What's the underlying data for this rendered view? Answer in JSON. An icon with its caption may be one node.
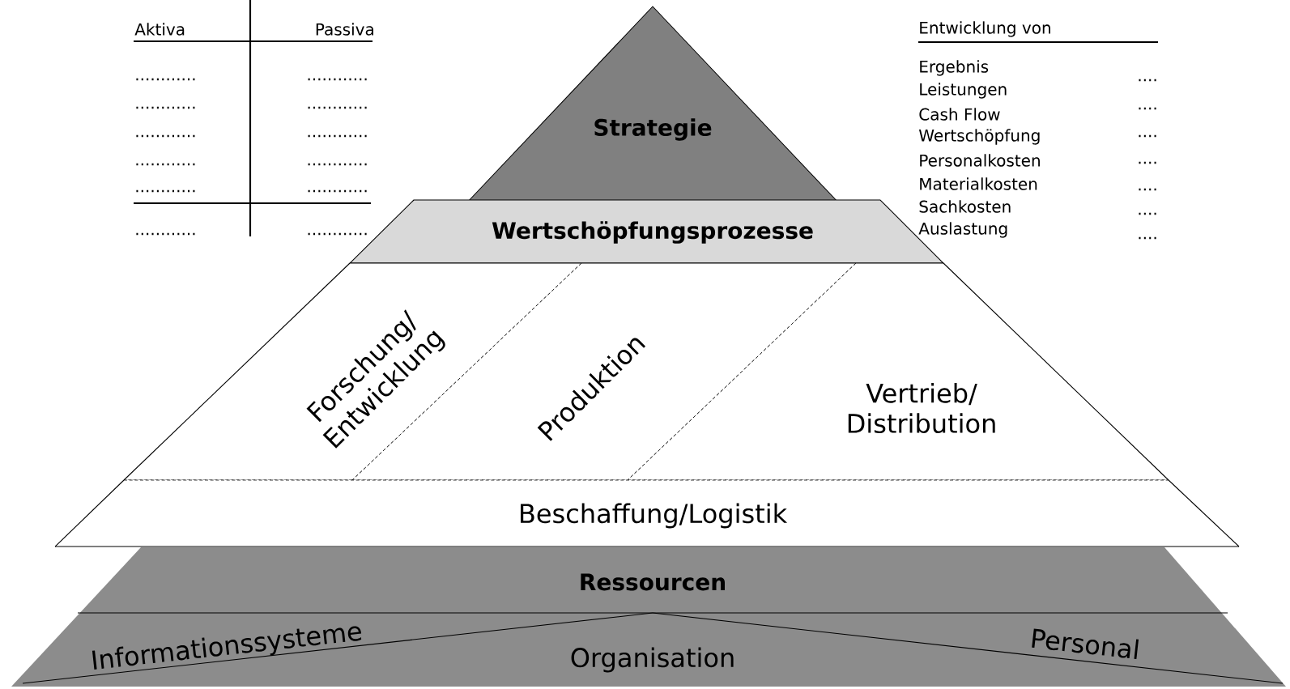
{
  "diagram": {
    "nodes": [
      {
        "text": [
          "Strategie"
        ]
      },
      {
        "text": [
          "Wertschöpfungsprozesse"
        ]
      },
      {
        "text": [
          "Forschung/ Entwicklung"
        ]
      },
      {
        "text": [
          "Produktion"
        ]
      },
      {
        "text": [
          "Vertrieb/ Distribution"
        ]
      },
      {
        "text": [
          "Beschaffung/Logistik"
        ]
      },
      {
        "text": [
          "Ressourcen"
        ]
      },
      {
        "text": [
          "Informationssysteme"
        ],
        "in": 6
      },
      {
        "text": [
          "Organisation"
        ],
        "in": 6
      },
      {
        "text": [
          "Personal"
        ],
        "in": 6
      }
    ],
    "labels": [
      "Aktiva",
      "Passiva",
      "............",
      "............",
      "............",
      "............",
      "............",
      "............",
      "............",
      "............",
      "............",
      "............",
      "............",
      "............",
      "Entwicklung von",
      "Ergebnis",
      "Leistungen",
      "Cash Flow",
      "Wertschöpfung",
      "Personalkosten",
      "Materialkosten",
      "Sachkosten",
      "Auslastung",
      "....",
      "....",
      "....",
      "....",
      "....",
      "....",
      "...."
    ]
  }
}
